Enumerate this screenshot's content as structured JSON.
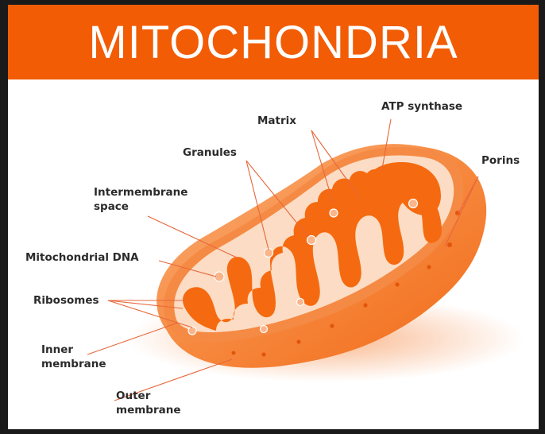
{
  "title": "MITOCHONDRIA",
  "labels": {
    "atp_synthase": "ATP synthase",
    "matrix": "Matrix",
    "porins": "Porins",
    "granules": "Granules",
    "intermembrane_line1": "Intermembrane",
    "intermembrane_line2": "space",
    "mitochondrial_dna": "Mitochondrial DNA",
    "ribosomes": "Ribosomes",
    "inner_membrane_line1": "Inner",
    "inner_membrane_line2": "membrane",
    "outer_membrane_line1": "Outer",
    "outer_membrane_line2": "membrane"
  },
  "colors": {
    "banner": "#f25c05",
    "outer_membrane": "#f57a2a",
    "intermembrane": "#fbd7bd",
    "matrix": "#f56a10",
    "label_text": "#2b2b2b",
    "leader_line": "#e8673a"
  }
}
